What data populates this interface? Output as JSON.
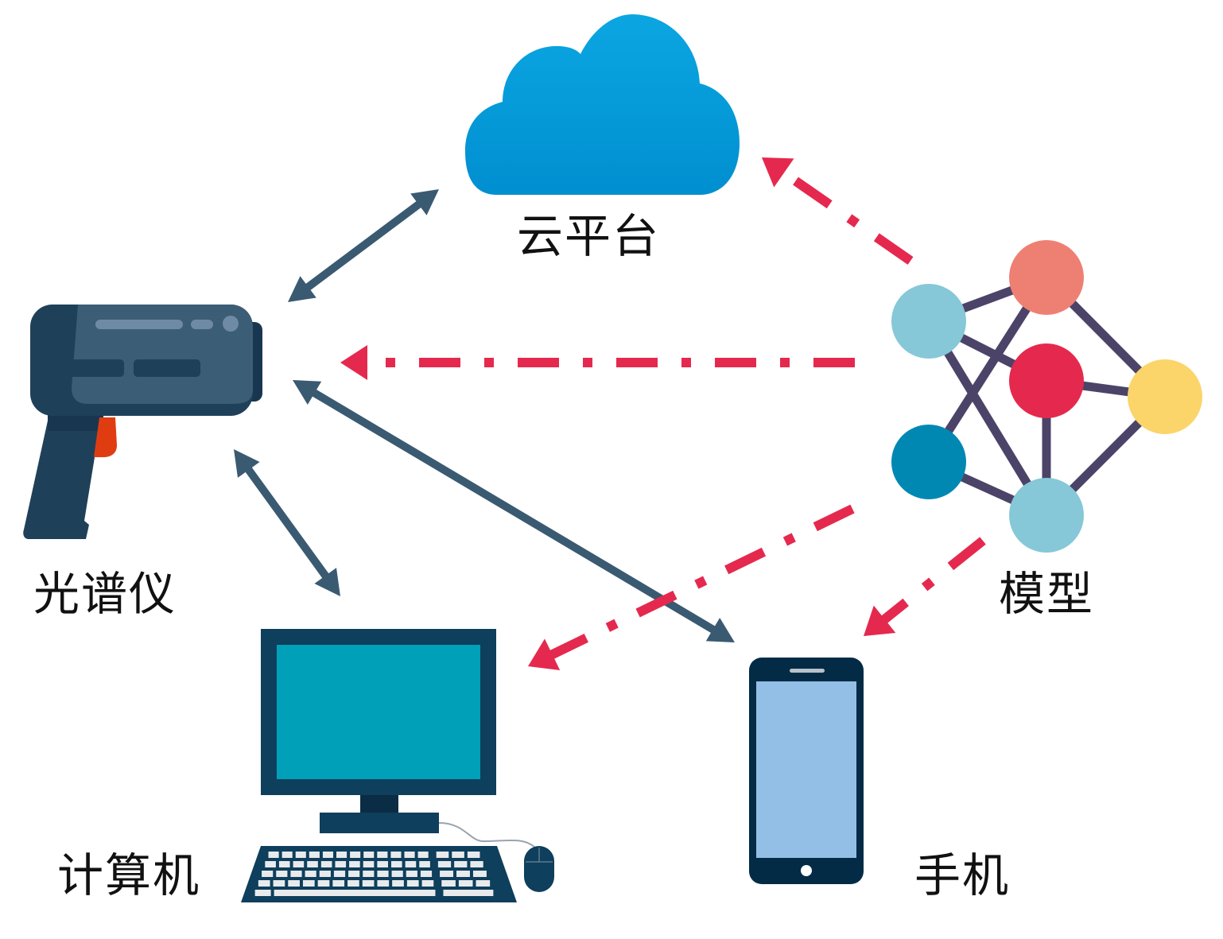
{
  "title": "光谱仪数据传输与模型部署示意图",
  "nodes": {
    "cloud": {
      "label": "云平台",
      "icon": "cloud-icon"
    },
    "spectrometer": {
      "label": "光谱仪",
      "icon": "spectrometer-gun-icon"
    },
    "model": {
      "label": "模型",
      "icon": "neural-network-icon"
    },
    "computer": {
      "label": "计算机",
      "icon": "desktop-computer-icon"
    },
    "phone": {
      "label": "手机",
      "icon": "smartphone-icon"
    }
  },
  "edges": [
    {
      "from": "spectrometer",
      "to": "cloud",
      "style": "solid",
      "direction": "bidirectional",
      "color": "#3a5a72"
    },
    {
      "from": "spectrometer",
      "to": "computer",
      "style": "solid",
      "direction": "bidirectional",
      "color": "#3a5a72"
    },
    {
      "from": "spectrometer",
      "to": "phone",
      "style": "solid",
      "direction": "bidirectional",
      "color": "#3a5a72"
    },
    {
      "from": "model",
      "to": "cloud",
      "style": "dash-dot",
      "direction": "one-way",
      "color": "#e5294e"
    },
    {
      "from": "model",
      "to": "spectrometer",
      "style": "dash-dot",
      "direction": "one-way",
      "color": "#e5294e"
    },
    {
      "from": "model",
      "to": "computer",
      "style": "dash-dot",
      "direction": "one-way",
      "color": "#e5294e"
    },
    {
      "from": "model",
      "to": "phone",
      "style": "dash-dot",
      "direction": "one-way",
      "color": "#e5294e"
    }
  ],
  "colors": {
    "link_solid": "#3a5a72",
    "link_dashdot": "#e5294e",
    "cloud_top": "#0aa3e0",
    "cloud_bottom": "#0090d2",
    "device_dark": "#1f4059",
    "monitor_screen": "#00a0b8",
    "phone_screen": "#93bfe6",
    "nn_edge": "#4b4468",
    "nn_node_light_blue": "#86c8d8",
    "nn_node_salmon": "#ee8073",
    "nn_node_red": "#e5294e",
    "nn_node_yellow": "#fbd46a",
    "nn_node_teal": "#0088b3"
  }
}
